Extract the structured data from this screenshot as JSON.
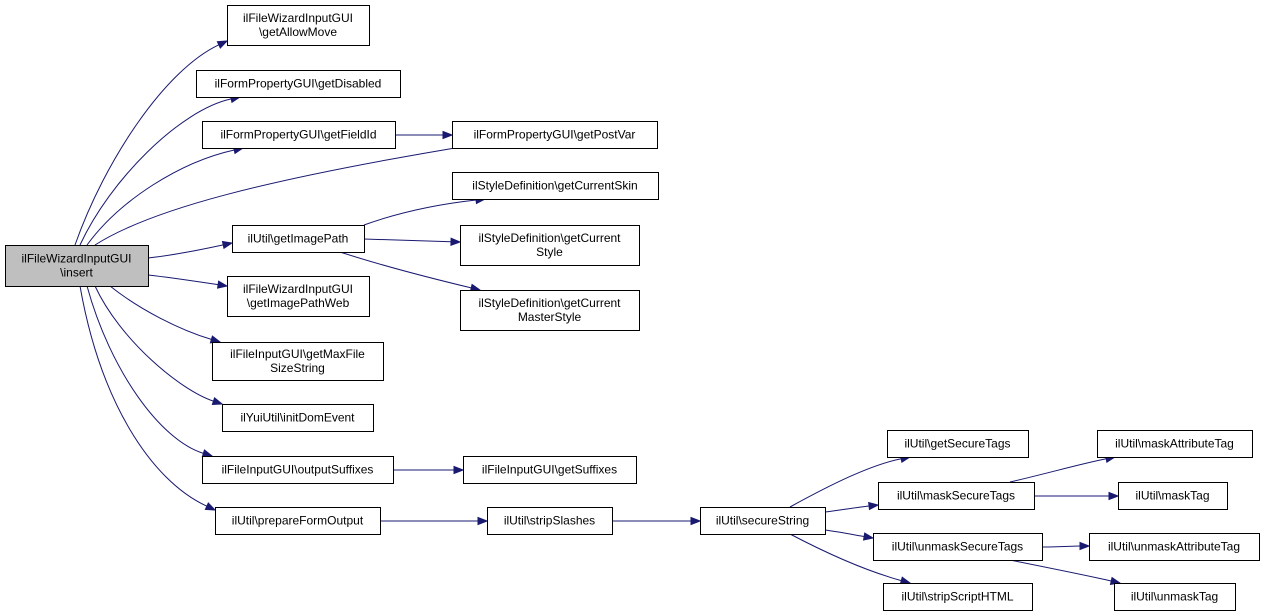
{
  "graph": {
    "nodes": [
      {
        "id": "insert",
        "lines": [
          "ilFileWizardInputGUI",
          "\\insert"
        ],
        "root": true
      },
      {
        "id": "getAllowMove",
        "lines": [
          "ilFileWizardInputGUI",
          "\\getAllowMove"
        ]
      },
      {
        "id": "getDisabled",
        "lines": [
          "ilFormPropertyGUI\\getDisabled"
        ]
      },
      {
        "id": "getFieldId",
        "lines": [
          "ilFormPropertyGUI\\getFieldId"
        ]
      },
      {
        "id": "getPostVar",
        "lines": [
          "ilFormPropertyGUI\\getPostVar"
        ]
      },
      {
        "id": "getCurrentSkin",
        "lines": [
          "ilStyleDefinition\\getCurrentSkin"
        ]
      },
      {
        "id": "getImagePath",
        "lines": [
          "ilUtil\\getImagePath"
        ]
      },
      {
        "id": "getCurrentStyle",
        "lines": [
          "ilStyleDefinition\\getCurrent",
          "Style"
        ]
      },
      {
        "id": "getImagePathWeb",
        "lines": [
          "ilFileWizardInputGUI",
          "\\getImagePathWeb"
        ]
      },
      {
        "id": "getCurrentMasterStyle",
        "lines": [
          "ilStyleDefinition\\getCurrent",
          "MasterStyle"
        ]
      },
      {
        "id": "getMaxFileSizeString",
        "lines": [
          "ilFileInputGUI\\getMaxFile",
          "SizeString"
        ]
      },
      {
        "id": "initDomEvent",
        "lines": [
          "ilYuiUtil\\initDomEvent"
        ]
      },
      {
        "id": "outputSuffixes",
        "lines": [
          "ilFileInputGUI\\outputSuffixes"
        ]
      },
      {
        "id": "getSuffixes",
        "lines": [
          "ilFileInputGUI\\getSuffixes"
        ]
      },
      {
        "id": "prepareFormOutput",
        "lines": [
          "ilUtil\\prepareFormOutput"
        ]
      },
      {
        "id": "stripSlashes",
        "lines": [
          "ilUtil\\stripSlashes"
        ]
      },
      {
        "id": "secureString",
        "lines": [
          "ilUtil\\secureString"
        ]
      },
      {
        "id": "getSecureTags",
        "lines": [
          "ilUtil\\getSecureTags"
        ]
      },
      {
        "id": "maskSecureTags",
        "lines": [
          "ilUtil\\maskSecureTags"
        ]
      },
      {
        "id": "unmaskSecureTags",
        "lines": [
          "ilUtil\\unmaskSecureTags"
        ]
      },
      {
        "id": "stripScriptHTML",
        "lines": [
          "ilUtil\\stripScriptHTML"
        ]
      },
      {
        "id": "maskAttributeTag",
        "lines": [
          "ilUtil\\maskAttributeTag"
        ]
      },
      {
        "id": "maskTag",
        "lines": [
          "ilUtil\\maskTag"
        ]
      },
      {
        "id": "unmaskAttributeTag",
        "lines": [
          "ilUtil\\unmaskAttributeTag"
        ]
      },
      {
        "id": "unmaskTag",
        "lines": [
          "ilUtil\\unmaskTag"
        ]
      }
    ],
    "edges": [
      {
        "from": "insert",
        "to": "getAllowMove"
      },
      {
        "from": "insert",
        "to": "getDisabled"
      },
      {
        "from": "insert",
        "to": "getFieldId"
      },
      {
        "from": "insert",
        "to": "getPostVar"
      },
      {
        "from": "insert",
        "to": "getImagePath"
      },
      {
        "from": "insert",
        "to": "getImagePathWeb"
      },
      {
        "from": "insert",
        "to": "getMaxFileSizeString"
      },
      {
        "from": "insert",
        "to": "initDomEvent"
      },
      {
        "from": "insert",
        "to": "outputSuffixes"
      },
      {
        "from": "insert",
        "to": "prepareFormOutput"
      },
      {
        "from": "getFieldId",
        "to": "getPostVar"
      },
      {
        "from": "getImagePath",
        "to": "getCurrentSkin"
      },
      {
        "from": "getImagePath",
        "to": "getCurrentStyle"
      },
      {
        "from": "getImagePath",
        "to": "getCurrentMasterStyle"
      },
      {
        "from": "outputSuffixes",
        "to": "getSuffixes"
      },
      {
        "from": "prepareFormOutput",
        "to": "stripSlashes"
      },
      {
        "from": "stripSlashes",
        "to": "secureString"
      },
      {
        "from": "secureString",
        "to": "getSecureTags"
      },
      {
        "from": "secureString",
        "to": "maskSecureTags"
      },
      {
        "from": "secureString",
        "to": "unmaskSecureTags"
      },
      {
        "from": "secureString",
        "to": "stripScriptHTML"
      },
      {
        "from": "maskSecureTags",
        "to": "maskAttributeTag"
      },
      {
        "from": "maskSecureTags",
        "to": "maskTag"
      },
      {
        "from": "unmaskSecureTags",
        "to": "unmaskAttributeTag"
      },
      {
        "from": "unmaskSecureTags",
        "to": "unmaskTag"
      }
    ]
  }
}
